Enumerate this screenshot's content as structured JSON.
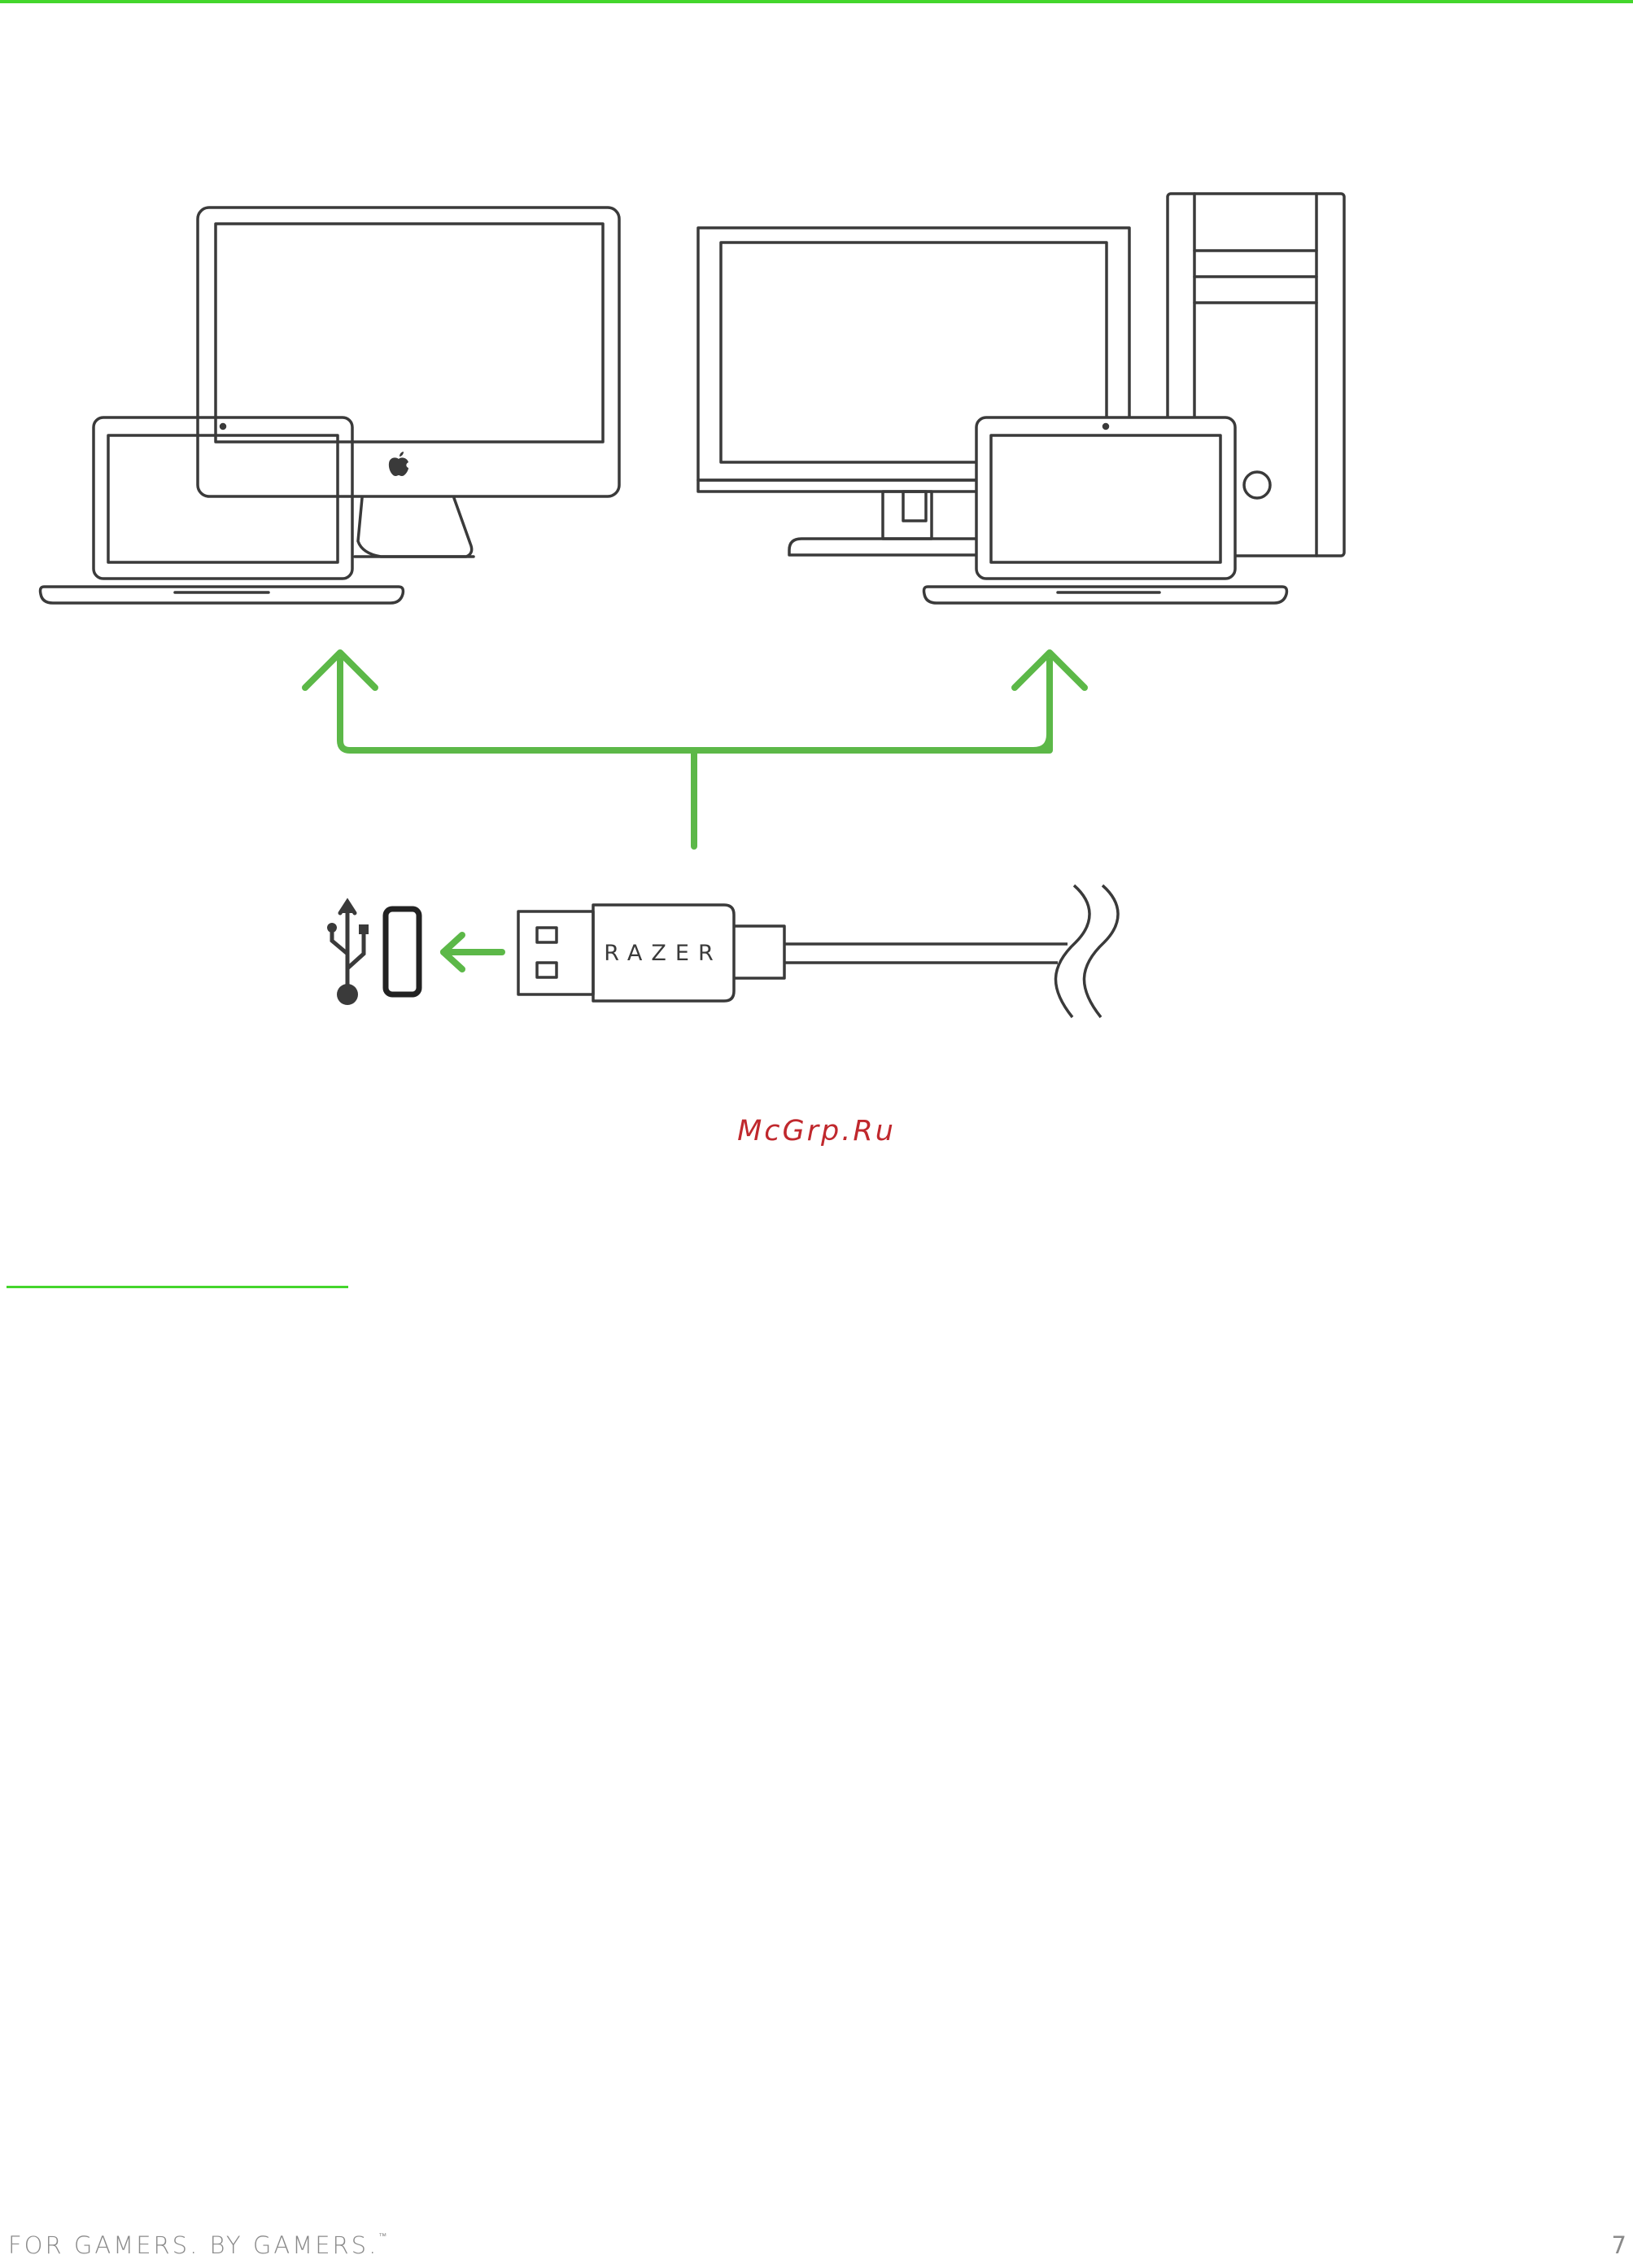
{
  "colors": {
    "accent_green": "#44d62c",
    "arrow_green": "#5cb848",
    "line_art": "#3a3a3a",
    "watermark": "#c0282d",
    "footer_text": "#8a8a8a"
  },
  "illustration": {
    "connector_brand": "RAZER",
    "icons": [
      "usb-icon",
      "usb-port-icon",
      "apple-logo-icon"
    ]
  },
  "watermark": {
    "text": "McGrp.Ru"
  },
  "footer": {
    "tagline": "FOR GAMERS. BY GAMERS.",
    "trademark": "™",
    "page_number": "7"
  }
}
